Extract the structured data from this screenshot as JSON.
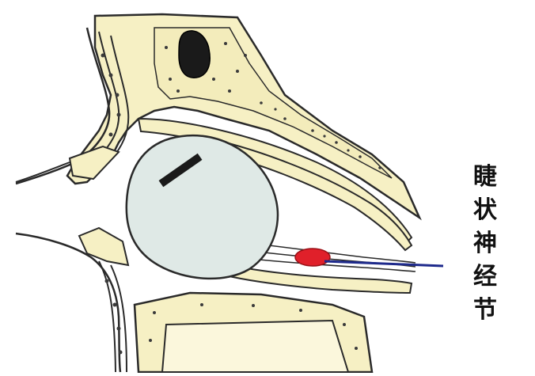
{
  "label": {
    "text": "睫状神经节",
    "chars": [
      "睫",
      "状",
      "神",
      "经",
      "节"
    ]
  },
  "colors": {
    "background": "#ffffff",
    "bone_fill": "#f6f0c4",
    "bone_outline": "#2a2a2a",
    "eyeball_fill": "#dfe9e6",
    "ganglion": "#e0202a",
    "pointer_line": "#1e2a8c",
    "sinus_dark": "#1a1a1a"
  },
  "icons": {
    "eyeball": "eyeball-shape",
    "ganglion": "ganglion-dot",
    "pointer": "pointer-line"
  }
}
